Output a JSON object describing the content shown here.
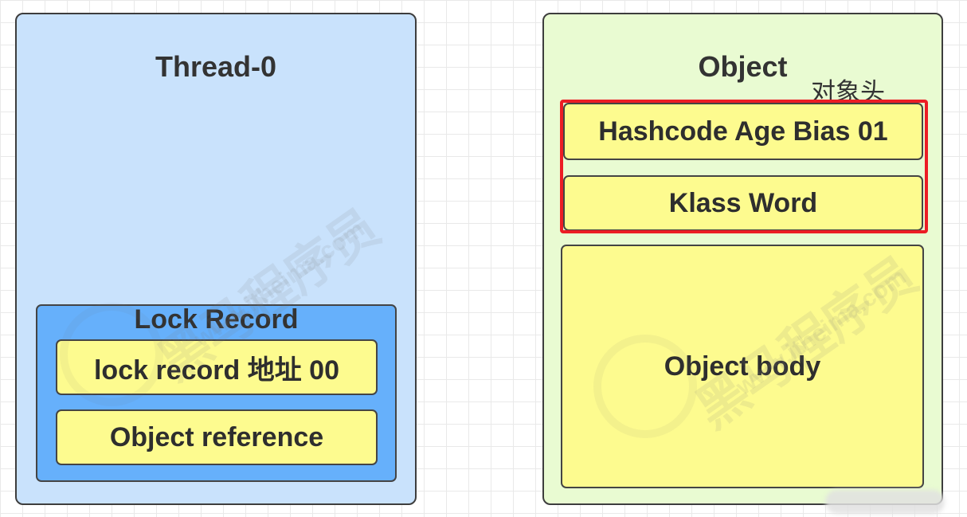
{
  "thread": {
    "title": "Thread-0",
    "lock_record": {
      "title": "Lock Record",
      "lock_address": "lock  record 地址 00",
      "object_reference": "Object reference"
    }
  },
  "object": {
    "title": "Object",
    "header_label": "对象头",
    "mark_word": "Hashcode Age Bias 01",
    "klass_word": "Klass Word",
    "body": "Object body"
  },
  "watermark": {
    "brand": "黑马程序员",
    "url": "www.itheima.com"
  },
  "colors": {
    "thread_panel": "#c9e2fc",
    "lock_record": "#66b0fb",
    "object_panel": "#e9fbd2",
    "cell": "#fdfb8f",
    "highlight": "#ec1c24"
  }
}
